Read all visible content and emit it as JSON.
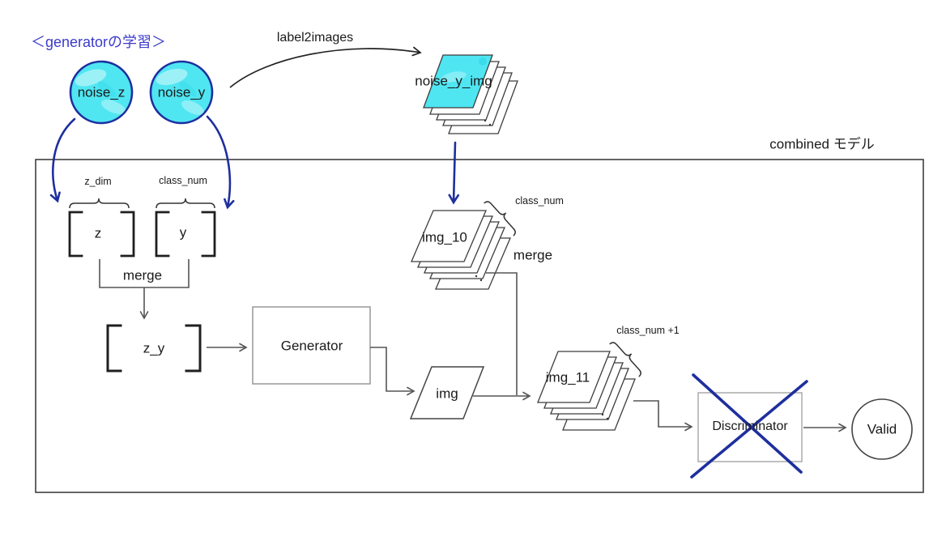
{
  "title": "＜generatorの学習＞",
  "combined_box": {
    "label": "combined モデル"
  },
  "noise_inputs": {
    "noise_z": "noise_z",
    "noise_y": "noise_y"
  },
  "transform_label": "label2images",
  "stacks": {
    "noise_y_img": "noise_y_img",
    "img_10": "img_10",
    "img_11": "img_11"
  },
  "dim_labels": {
    "z_dim": "z_dim",
    "class_num": "class_num",
    "class_num_imgs": "class_num",
    "class_num_plus_1": "class_num +1"
  },
  "tensors": {
    "z": "z",
    "y": "y",
    "z_y": "z_y",
    "img": "img"
  },
  "merge_labels": {
    "merge_zy": "merge",
    "merge_imgs": "merge"
  },
  "models": {
    "generator": "Generator",
    "discriminator": "Discriminator"
  },
  "output": {
    "valid": "Valid"
  },
  "colors": {
    "cyan_fill": "#4FE6F2",
    "cyan_light": "#A9F2F8",
    "navy": "#1E2F9E",
    "title_blue": "#3B3BCB",
    "box_stroke": "#3f3f3f",
    "connector_gray": "#555555"
  }
}
